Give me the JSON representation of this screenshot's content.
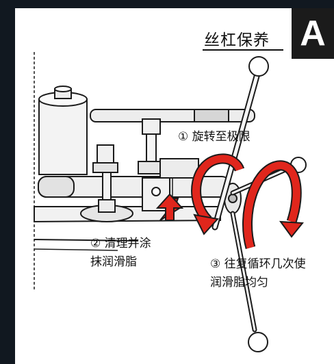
{
  "section": {
    "title": "丝杠保养",
    "badge": "A"
  },
  "steps": [
    {
      "number": "①",
      "text": "旋转至极限"
    },
    {
      "number": "②",
      "lines": [
        "清理并涂",
        "抹润滑脂"
      ]
    },
    {
      "number": "③",
      "lines": [
        "往复循环几次使",
        "润滑脂均匀"
      ]
    }
  ],
  "colors": {
    "background": "#111820",
    "panel": "#ffffff",
    "arrow_red": "#e0261c",
    "line_art": "#1b1b1b",
    "badge_bg": "#1b1b1b"
  }
}
